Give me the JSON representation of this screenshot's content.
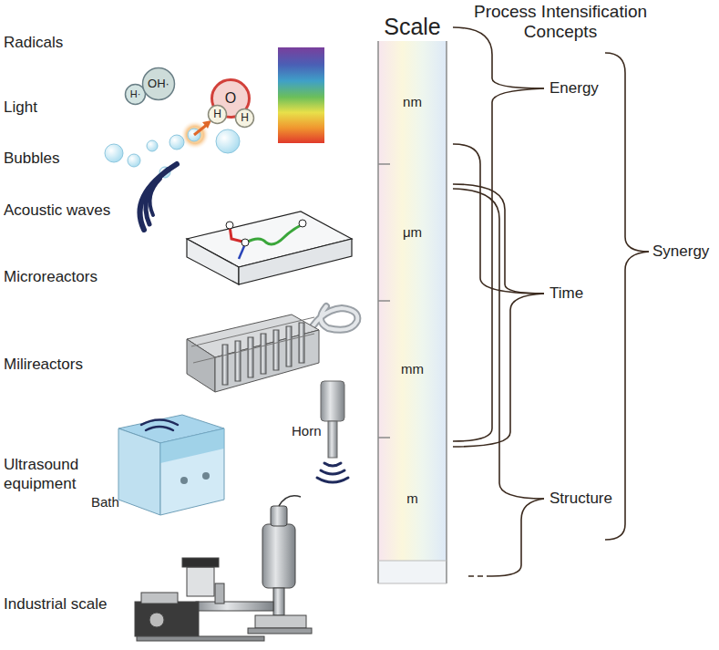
{
  "diagram": {
    "nodes": [
      {
        "text": [
          "H·"
        ]
      },
      {
        "text": [
          "OH·"
        ]
      },
      {
        "text": [
          "O"
        ]
      },
      {
        "text": [
          "H"
        ]
      },
      {
        "text": [
          "H"
        ]
      },
      {
        "text": [
          "Scale"
        ]
      },
      {
        "text": [
          "nm"
        ],
        "in": 5
      },
      {
        "text": [
          "μm"
        ],
        "in": 5
      },
      {
        "text": [
          "mm"
        ],
        "in": 5
      },
      {
        "text": [
          "m"
        ],
        "in": 5
      }
    ],
    "labels": [
      "Radicals",
      "Light",
      "Bubbles",
      "Acoustic waves",
      "Microreactors",
      "Milireactors",
      "Ultrasound equipment",
      "Bath",
      "Horn",
      "Industrial scale",
      "Process Intensification Concepts",
      "Energy",
      "Time",
      "Structure",
      "Synergy"
    ]
  }
}
